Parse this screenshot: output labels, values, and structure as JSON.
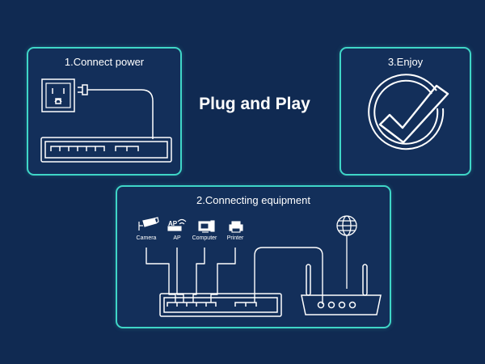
{
  "headline": "Plug and Play",
  "steps": {
    "power": {
      "title": "1.Connect power"
    },
    "equipment": {
      "title": "2.Connecting equipment",
      "devices": [
        {
          "label": "Camera",
          "icon": "camera-icon"
        },
        {
          "label": "AP",
          "icon": "access-point-icon"
        },
        {
          "label": "Computer",
          "icon": "computer-icon"
        },
        {
          "label": "Printer",
          "icon": "printer-icon"
        }
      ],
      "globe_icon": "globe-icon",
      "router_icon": "router-icon"
    },
    "enjoy": {
      "title": "3.Enjoy",
      "icon": "checkmark-icon"
    }
  },
  "ap_badge": "AP",
  "colors": {
    "background": "#102a52",
    "accent": "#3fd6c7",
    "line": "#ffffff"
  }
}
